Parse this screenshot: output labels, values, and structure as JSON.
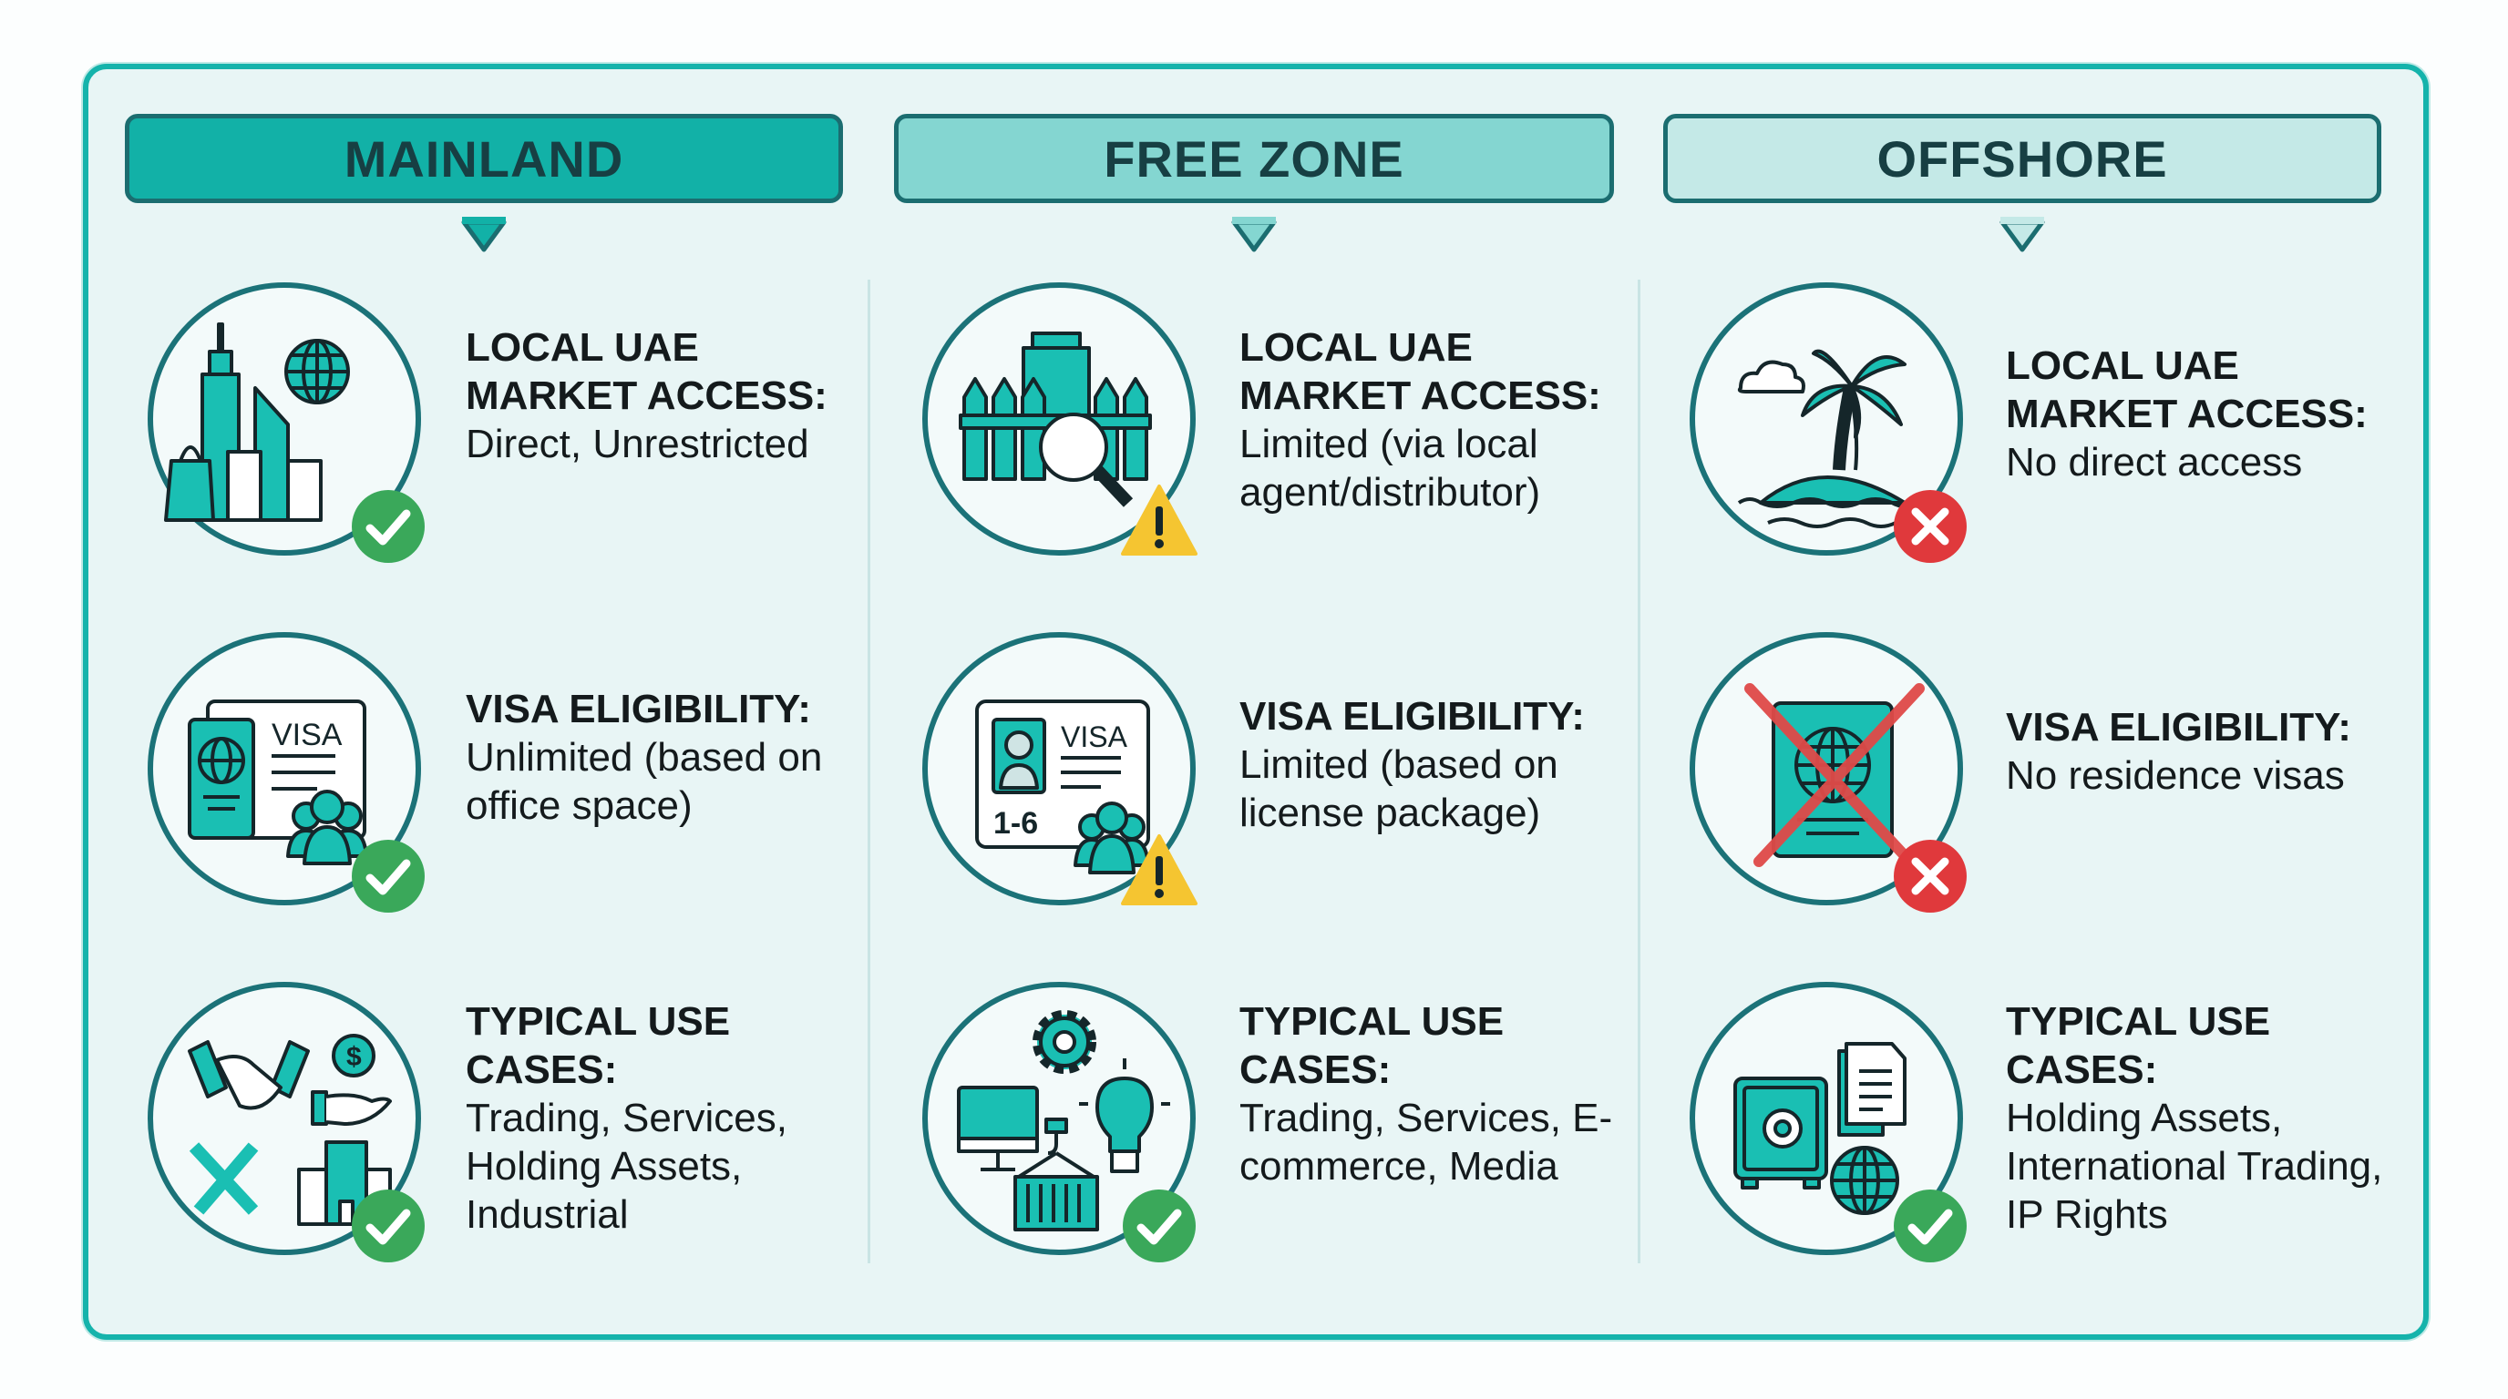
{
  "colors": {
    "frame": "#15b3ab",
    "mainland_header": "#12b1a7",
    "freezone_header": "#84d6d1",
    "offshore_header": "#c4e9e7",
    "icon_teal": "#1abfb3",
    "check_green": "#3aa85a",
    "warning_yellow": "#f5c531",
    "cross_red": "#e0393c"
  },
  "columns": [
    {
      "title": "MAINLAND",
      "rows": [
        {
          "label": "LOCAL UAE MARKET ACCESS:",
          "value": "Direct, Unrestricted",
          "icon": "city-globe-shopping-icon",
          "status": "check"
        },
        {
          "label": "VISA ELIGIBILITY:",
          "value": "Unlimited (based on office space)",
          "icon": "passport-visa-group-icon",
          "status": "check"
        },
        {
          "label": "TYPICAL USE CASES:",
          "value": "Trading, Services, Holding Assets, Industrial",
          "icon": "handshake-money-tools-building-icon",
          "status": "check"
        }
      ]
    },
    {
      "title": "FREE ZONE",
      "rows": [
        {
          "label": "LOCAL UAE MARKET ACCESS:",
          "value": "Limited (via local agent/distributor)",
          "icon": "fenced-building-magnifier-icon",
          "status": "warning"
        },
        {
          "label": "VISA ELIGIBILITY:",
          "value": "Limited (based on license package)",
          "icon": "visa-card-1-6-group-icon",
          "status": "warning",
          "visa_card_text": "VISA",
          "visa_count": "1-6"
        },
        {
          "label": "TYPICAL USE CASES:",
          "value": "Trading, Services, E-commerce, Media",
          "icon": "gear-monitor-lightbulb-container-icon",
          "status": "check"
        }
      ]
    },
    {
      "title": "OFFSHORE",
      "rows": [
        {
          "label": "LOCAL UAE MARKET ACCESS:",
          "value": "No direct access",
          "icon": "island-palm-icon",
          "status": "cross"
        },
        {
          "label": "VISA ELIGIBILITY:",
          "value": "No residence visas",
          "icon": "crossed-passport-icon",
          "status": "cross"
        },
        {
          "label": "TYPICAL USE CASES:",
          "value": "Holding Assets, International Trading, IP Rights",
          "icon": "safe-document-globe-icon",
          "status": "check"
        }
      ]
    }
  ],
  "icon_text": {
    "visa": "VISA",
    "visa_count": "1-6",
    "dollar": "$"
  }
}
